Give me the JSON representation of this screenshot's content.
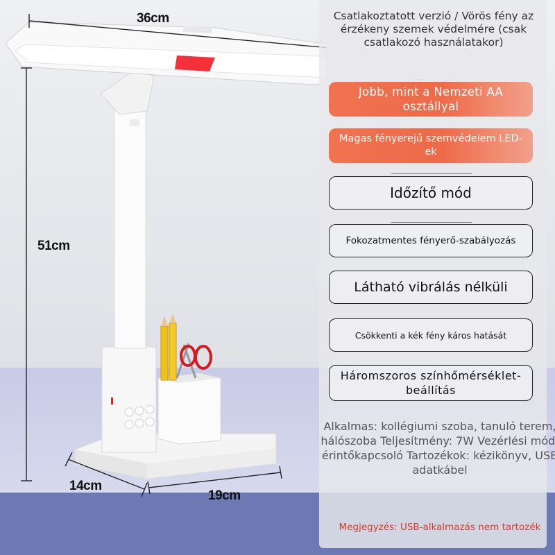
{
  "dimensions": {
    "width": "36cm",
    "height": "51cm",
    "depth": "14cm",
    "base_width": "19cm"
  },
  "panel": {
    "intro": "Csatlakoztatott verzió / Vörös fény az érzékeny szemek védelmére (csak csatlakozó használatakor)",
    "features": [
      "Jobb, mint a Nemzeti AA osztállyal",
      "Magas fényerejű szemvédelem LED-ek",
      "Időzítő mód",
      "Fokozatmentes fényerő-szabályozás",
      "Látható vibrálás nélküli",
      "Csökkenti a kék fény káros hatását",
      "Háromszoros színhőmérséklet-beállítás"
    ],
    "usage": "Alkalmas: kollégiumi szoba, tanuló terem, hálószoba Teljesítmény: 7W Vezérlési mód: érintőkapcsoló Tartozékok: kézikönyv, USB adatkábel",
    "note": "Megjegyzés: USB-alkalmazás nem tartozék"
  },
  "colors": {
    "accent_red": "#ee6a48",
    "note_red": "#d93a2a",
    "floor_blue": "#6c79b2"
  }
}
